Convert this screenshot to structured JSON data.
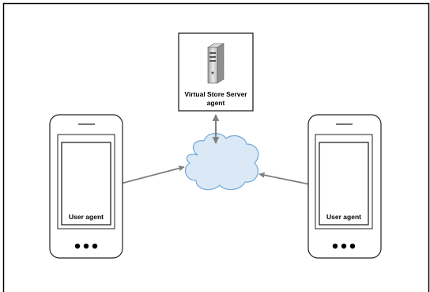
{
  "server": {
    "line1": "Virtual Store Server",
    "line2": "agent",
    "icon": "server-tower-icon"
  },
  "left_phone": {
    "label": "User agent",
    "icon": "smartphone-icon"
  },
  "right_phone": {
    "label": "User agent",
    "icon": "smartphone-icon"
  },
  "cloud": {
    "icon": "cloud-icon",
    "fill": "#dbe9f7",
    "stroke": "#6fa7d6"
  },
  "colors": {
    "arrow": "#808080",
    "outline": "#333333"
  }
}
